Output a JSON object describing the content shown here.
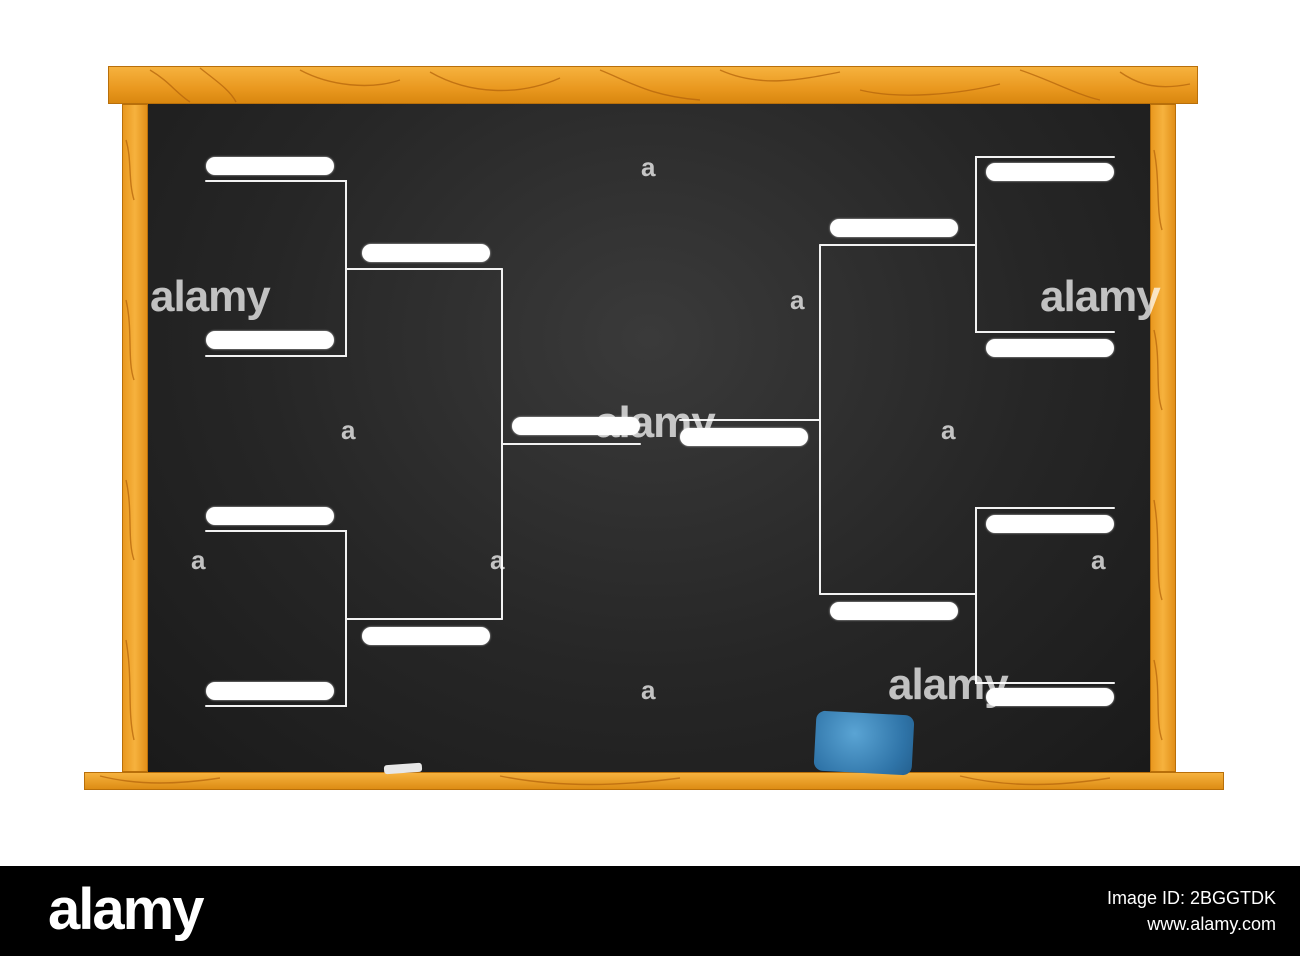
{
  "watermark": {
    "brand": "alamy",
    "mark": "a"
  },
  "footer": {
    "brand": "alamy",
    "image_id": "Image ID: 2BGGTDK",
    "url": "www.alamy.com"
  },
  "colors": {
    "board": "#262626",
    "chalk": "#ffffff",
    "wood": "#f0a52c",
    "eraser": "#3b86bd",
    "banner": "#000000"
  },
  "bracket": {
    "rounds": [
      "round-1-left",
      "round-2-left",
      "final-left",
      "final-right",
      "round-2-right",
      "round-1-right"
    ],
    "blank_slots": 14
  }
}
